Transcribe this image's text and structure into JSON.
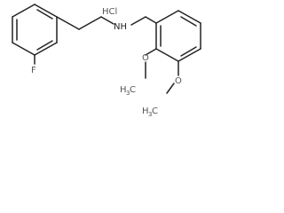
{
  "salt_label": "HCl",
  "atoms": {
    "fluorine": "F",
    "amine": "NH",
    "methoxy_upper_h3": "H",
    "methoxy_upper_sub": "3",
    "methoxy_upper_c": "C",
    "methoxy_upper_o": "O",
    "methoxy_lower_h3": "H",
    "methoxy_lower_sub": "3",
    "methoxy_lower_c": "C",
    "methoxy_lower_o": "O"
  }
}
